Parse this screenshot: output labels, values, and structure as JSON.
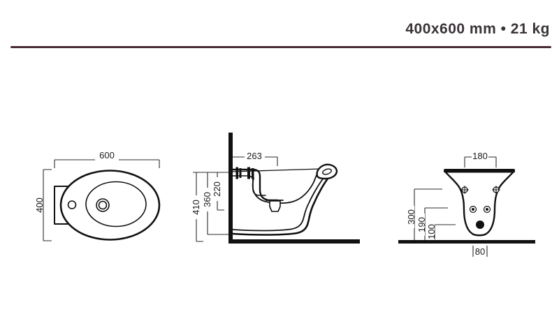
{
  "header": {
    "title": "400x600 mm • 21 kg"
  },
  "colors": {
    "rule": "#4a2c35",
    "ink": "#111111",
    "dim_line": "#2b2b2b"
  },
  "dims": {
    "top": {
      "width": "600",
      "depth": "400"
    },
    "side": {
      "d263": "263",
      "d220": "220",
      "d360": "360",
      "d410": "410"
    },
    "front": {
      "d180": "180",
      "d300": "300",
      "d190": "190",
      "d100": "100",
      "d80": "80"
    }
  }
}
